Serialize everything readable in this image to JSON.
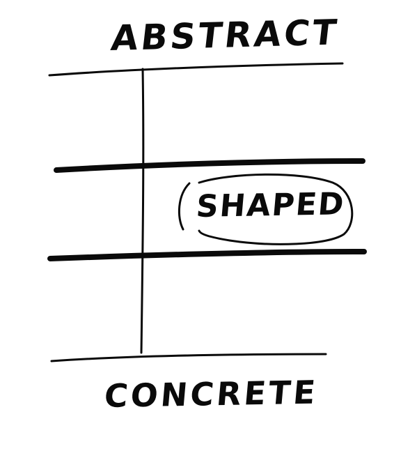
{
  "diagram": {
    "top_label": "ABSTRACT",
    "middle_label": "SHAPED",
    "bottom_label": "CONCRETE"
  },
  "colors": {
    "ink": "#0a0a0a",
    "background": "#ffffff"
  }
}
